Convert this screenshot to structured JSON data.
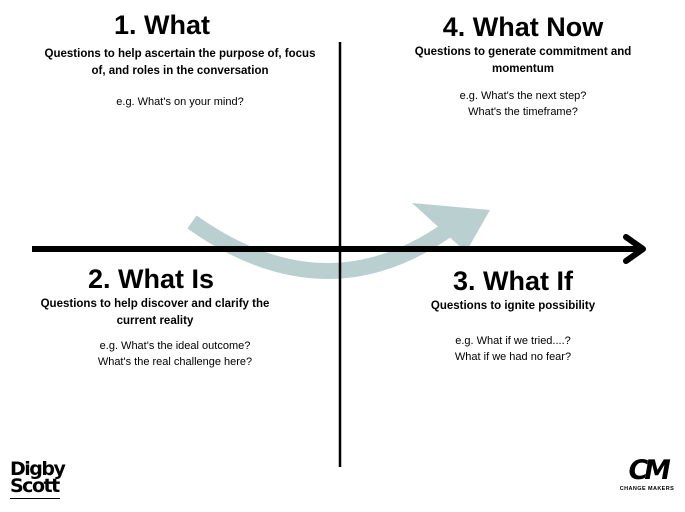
{
  "quadrants": {
    "what": {
      "title": "1. What",
      "description": "Questions to help ascertain the purpose of, focus of, and roles in the conversation",
      "examples": [
        "e.g. What's on your mind?"
      ]
    },
    "what_now": {
      "title": "4. What Now",
      "description": "Questions to generate commitment and momentum",
      "examples": [
        "e.g. What's the next step?",
        "What's the timeframe?"
      ]
    },
    "what_is": {
      "title": "2. What Is",
      "description": "Questions to help discover and clarify the current reality",
      "examples": [
        "e.g. What's the ideal outcome?",
        "What's the real challenge here?"
      ]
    },
    "what_if": {
      "title": "3. What If",
      "description": "Questions to ignite possibility",
      "examples": [
        "e.g. What if we tried....?",
        "What if we had no fear?"
      ]
    }
  },
  "colors": {
    "axis": "#000000",
    "flow_arrow": "#b9cfd0",
    "background": "#ffffff"
  },
  "logos": {
    "digby_scott": {
      "line1": "Digby",
      "line2": "Scott"
    },
    "change_makers": {
      "mark": "CM",
      "caption": "CHANGE MAKERS"
    }
  }
}
